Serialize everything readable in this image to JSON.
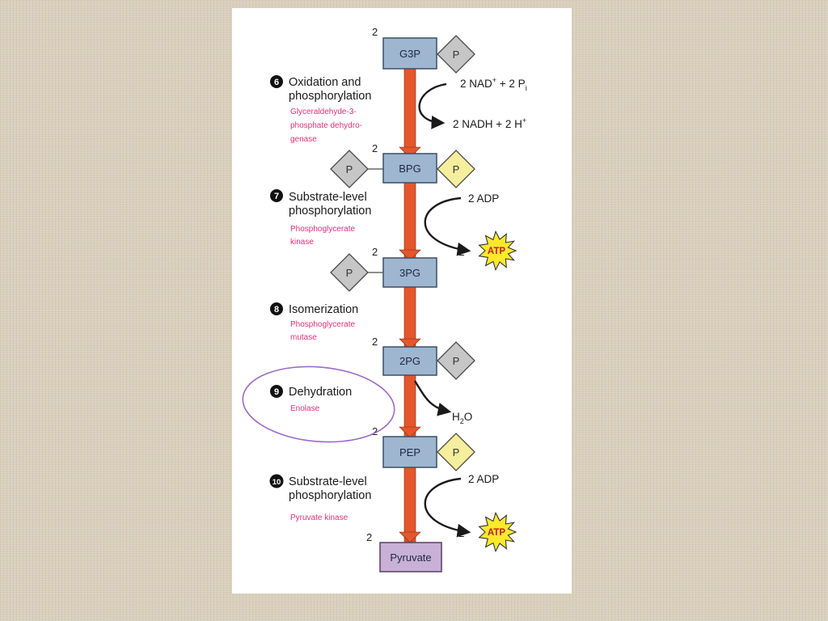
{
  "colors": {
    "background": "#d9cfbc",
    "molecule_box": "#9eb6cf",
    "pyruvate_box": "#c9b0d6",
    "phosphate_gray": "#c6c6c6",
    "phosphate_yellow": "#f5ee9c",
    "arrow": "#e5562c",
    "enzyme_text": "#e0307a",
    "atp_star": "#fbe92a",
    "highlight_oval": "#9b6bc7"
  },
  "molecules": {
    "g3p": "G3P",
    "bpg": "BPG",
    "pg3": "3PG",
    "pg2": "2PG",
    "pep": "PEP",
    "pyruvate": "Pyruvate"
  },
  "coefficient": "2",
  "phosphate_label": "P",
  "steps": [
    {
      "number": "6",
      "title_lines": [
        "Oxidation and",
        "phosphorylation"
      ],
      "enzyme_lines": [
        "Glyceraldehyde-3-",
        "phosphate dehydro-",
        "genase"
      ]
    },
    {
      "number": "7",
      "title_lines": [
        "Substrate-level",
        "phosphorylation"
      ],
      "enzyme_lines": [
        "Phosphoglycerate",
        "kinase"
      ]
    },
    {
      "number": "8",
      "title_lines": [
        "Isomerization"
      ],
      "enzyme_lines": [
        "Phosphoglycerate",
        "mutase"
      ]
    },
    {
      "number": "9",
      "title_lines": [
        "Dehydration"
      ],
      "enzyme_lines": [
        "Enolase"
      ]
    },
    {
      "number": "10",
      "title_lines": [
        "Substrate-level",
        "phosphorylation"
      ],
      "enzyme_lines": [
        "Pyruvate kinase"
      ]
    }
  ],
  "reactions": {
    "step6_in": {
      "prefix": "2 NAD",
      "sup": "+",
      "middle": " + 2 P",
      "sub": "i"
    },
    "step6_out": {
      "prefix": "2 NADH + 2 H",
      "sup": "+"
    },
    "step7_in": "2 ADP",
    "step7_out_coef": "2",
    "step9_out": {
      "prefix": "H",
      "sub": "2",
      "suffix": "O"
    },
    "step10_in": "2 ADP",
    "step10_out_coef": "2",
    "atp_label": "ATP"
  }
}
